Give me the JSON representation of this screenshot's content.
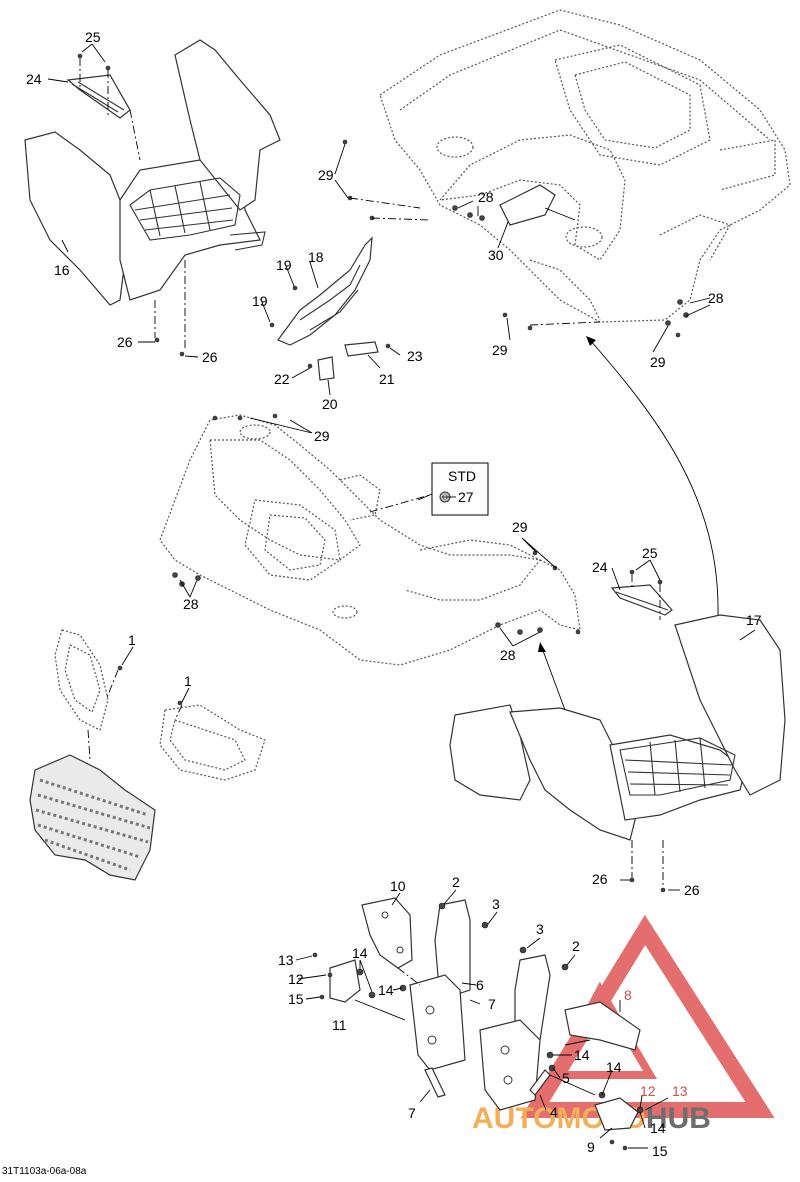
{
  "diagram_ref": "31T1103a-06a-08a",
  "std_box_label": "STD",
  "watermark": {
    "text_auto": "AUTO",
    "text_moto": "MOTO",
    "text_hub": "HUB",
    "color_red": "#e05555",
    "color_orange": "#f2a13a",
    "color_gray": "#555555"
  },
  "callouts": {
    "c1a": "1",
    "c1b": "1",
    "c2a": "2",
    "c2b": "2",
    "c3a": "3",
    "c3b": "3",
    "c4": "4",
    "c5": "5",
    "c6": "6",
    "c7a": "7",
    "c7b": "7",
    "c8": "8",
    "c9": "9",
    "c10": "10",
    "c11": "11",
    "c12a": "12",
    "c12b": "12",
    "c13a": "13",
    "c13b": "13",
    "c14a": "14",
    "c14b": "14",
    "c14c": "14",
    "c14d": "14",
    "c14e": "14",
    "c15a": "15",
    "c15b": "15",
    "c16": "16",
    "c17": "17",
    "c18": "18",
    "c19a": "19",
    "c19b": "19",
    "c20": "20",
    "c21": "21",
    "c22": "22",
    "c23": "23",
    "c24a": "24",
    "c24b": "24",
    "c25a": "25",
    "c25b": "25",
    "c26a": "26",
    "c26b": "26",
    "c26c": "26",
    "c26d": "26",
    "c27": "27",
    "c28a": "28",
    "c28b": "28",
    "c28c": "28",
    "c28d": "28",
    "c29a": "29",
    "c29b": "29",
    "c29c": "29",
    "c29d": "29",
    "c29e": "29",
    "c30": "30"
  }
}
